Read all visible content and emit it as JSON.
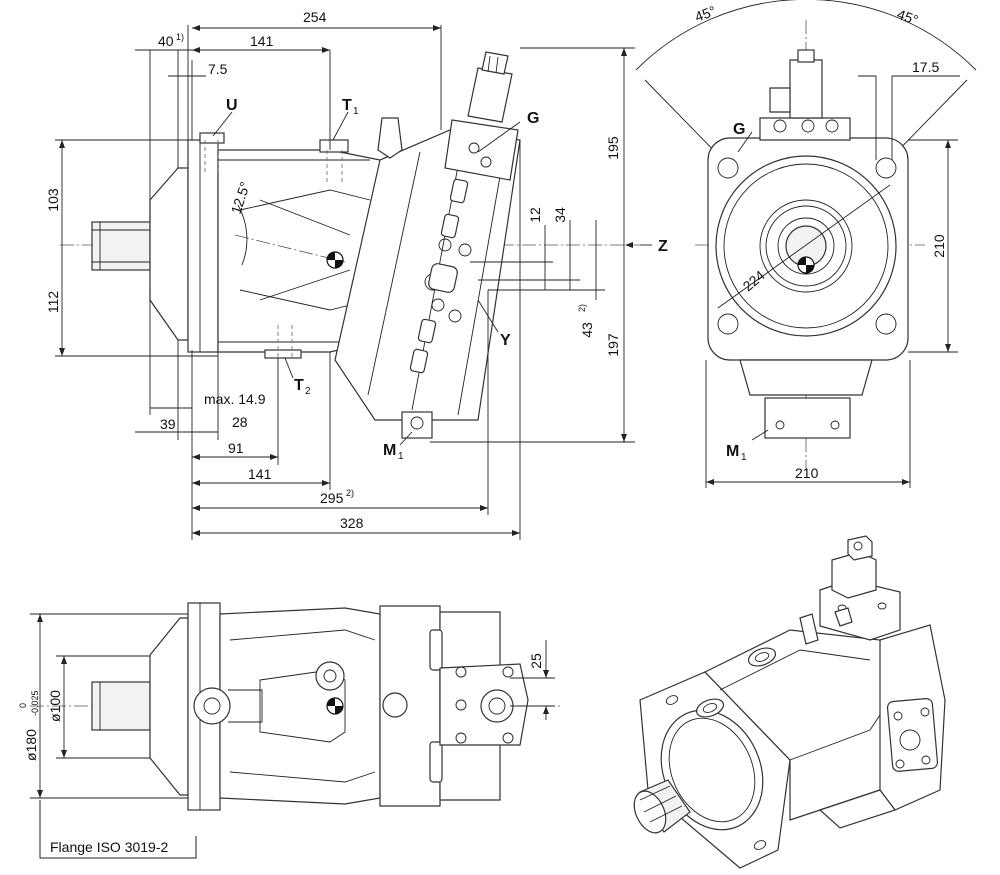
{
  "top_left_view": {
    "dims": {
      "d254": "254",
      "d40": "40",
      "d40_note": "1)",
      "d141_top": "141",
      "d7_5": "7.5",
      "d103": "103",
      "d112": "112",
      "d12_5": "12.5°",
      "d12": "12",
      "d34": "34",
      "d43": "43",
      "d43_note": "2)",
      "d195": "195",
      "d197": "197",
      "max14_9": "max. 14.9",
      "d39": "39",
      "d28": "28",
      "d91": "91",
      "d141_bottom": "141",
      "d295": "295",
      "d295_note": "2)",
      "d328": "328"
    },
    "ports": {
      "U": "U",
      "T": "T",
      "T1_sub": "1",
      "T2_sub": "2",
      "G": "G",
      "Y": "Y",
      "Z": "Z",
      "M": "M",
      "M1_sub": "1"
    }
  },
  "top_right_view": {
    "dims": {
      "a45_left": "45°",
      "a45_right": "45°",
      "d17_5": "17.5",
      "d210_v": "210",
      "d224": "224",
      "d210_h": "210"
    },
    "ports": {
      "G": "G",
      "M": "M",
      "M1_sub": "1"
    }
  },
  "bottom_left_view": {
    "dims": {
      "dia180": "ø180",
      "tol_upper": "0",
      "tol_lower": "-0.025",
      "dia100": "ø100",
      "d25": "25"
    },
    "flange_note": "Flange ISO 3019-2"
  },
  "iso_view": {}
}
